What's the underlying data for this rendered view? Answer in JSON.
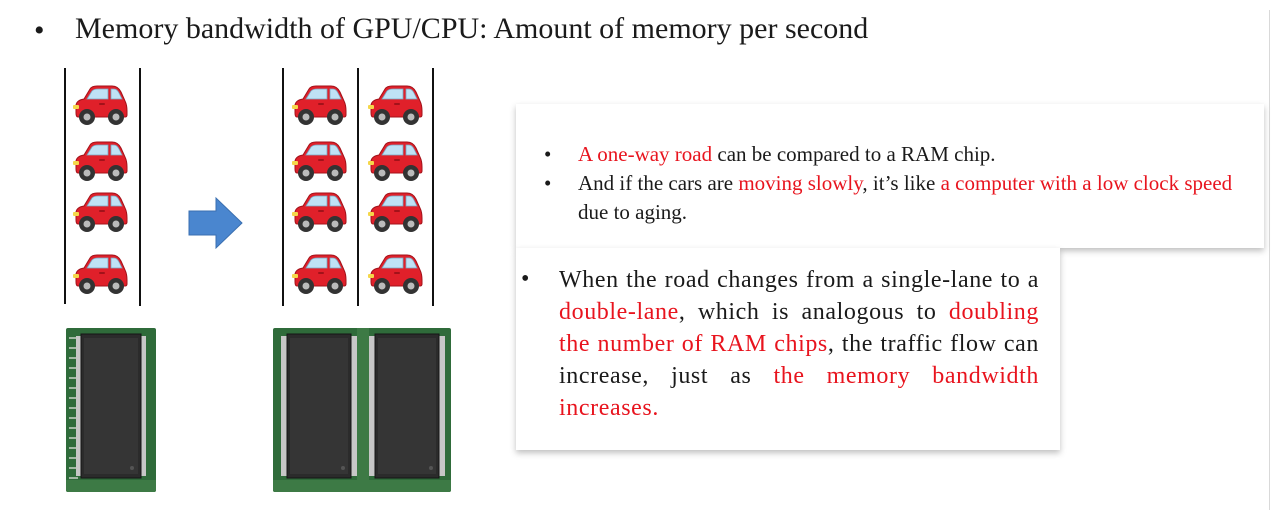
{
  "slide": {
    "bullet": "•",
    "title": "Memory bandwidth of GPU/CPU: Amount of memory per second"
  },
  "box1": {
    "items": [
      {
        "runs": [
          {
            "text": "A one-way road",
            "red": true
          },
          {
            "text": " can be compared to a RAM chip.",
            "red": false
          }
        ]
      },
      {
        "runs": [
          {
            "text": " And if the cars are ",
            "red": false
          },
          {
            "text": "moving slowly",
            "red": true
          },
          {
            "text": ", it’s like ",
            "red": false
          },
          {
            "text": "a computer with a low clock speed",
            "red": true
          },
          {
            "text": " due to aging.",
            "red": false
          }
        ]
      }
    ]
  },
  "box2": {
    "bullet": "•",
    "runs": [
      {
        "text": "When the road changes from a single-lane to a ",
        "red": false
      },
      {
        "text": "double-lane",
        "red": true
      },
      {
        "text": ", which is analogous to ",
        "red": false
      },
      {
        "text": "doubling the number of RAM chips",
        "red": true
      },
      {
        "text": ", the traffic flow can increase, just as ",
        "red": false
      },
      {
        "text": "the memory bandwidth increases.",
        "red": true
      }
    ]
  },
  "colors": {
    "accent_red": "#e8141e",
    "arrow_blue": "#4a86cf",
    "car_red": "#e0202a",
    "board_green": "#2f6b3a"
  },
  "icons": {
    "car": "car-icon",
    "arrow": "arrow-right-icon",
    "chip": "ram-chip-icon"
  }
}
